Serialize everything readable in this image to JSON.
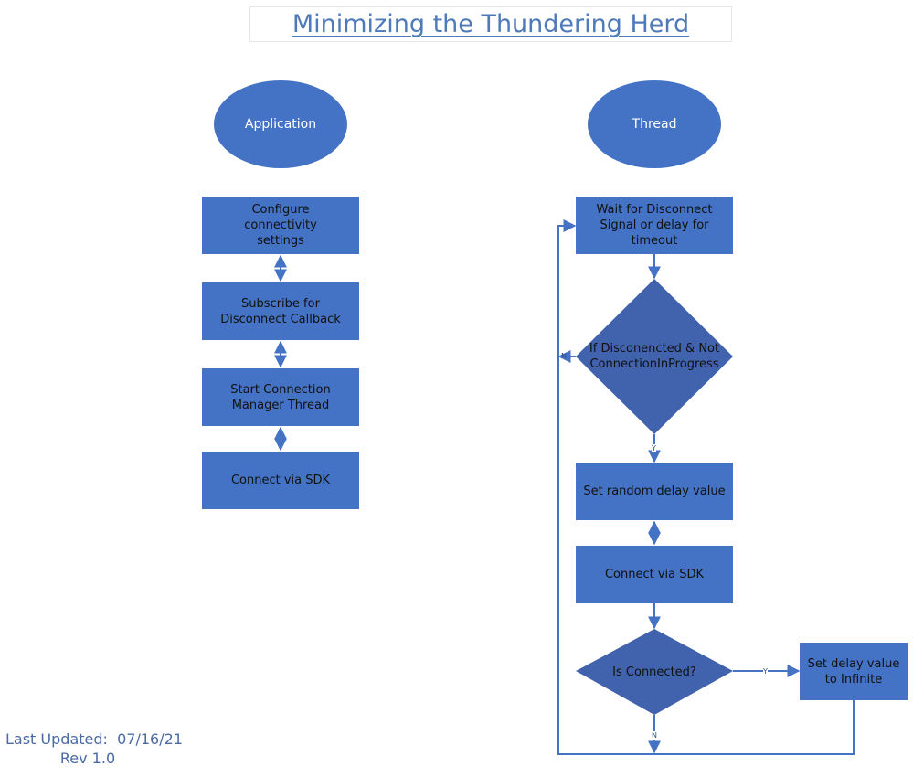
{
  "title": "Minimizing the Thundering Herd",
  "colors": {
    "fill": "#4472c4",
    "diamond_fill": "#4162ad",
    "line": "#4472c4",
    "text": "#111111"
  },
  "application": {
    "header": "Application",
    "steps": [
      "Configure connectivity settings",
      "Subscribe for Disconnect Callback",
      "Start Connection Manager Thread",
      "Connect via SDK"
    ]
  },
  "thread": {
    "header": "Thread",
    "wait": "Wait for Disconnect Signal or delay for timeout",
    "check_disconnected": "If Disconencted & Not ConnectionInProgress",
    "set_random": "Set random delay value",
    "connect": "Connect via SDK",
    "is_connected": "Is Connected?",
    "set_infinite": "Set delay value to Infinite"
  },
  "edge_labels": {
    "disconnected_no": "N",
    "disconnected_yes": "Y",
    "connected_yes": "Y",
    "connected_no": "N"
  },
  "footer": {
    "last_updated": "Last Updated:  07/16/21",
    "revision": "Rev 1.0"
  }
}
